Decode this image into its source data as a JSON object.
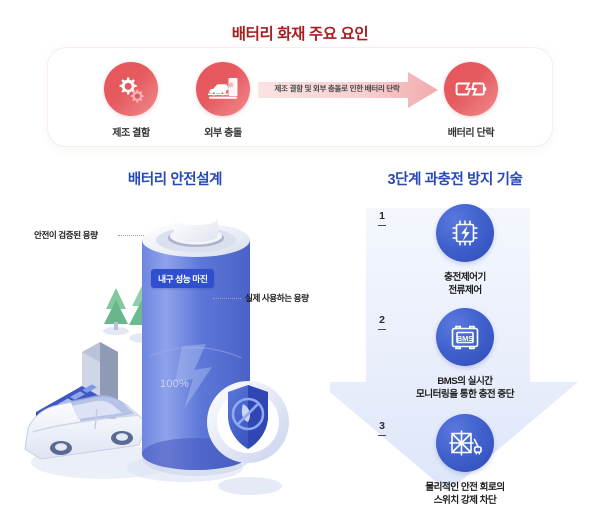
{
  "colors": {
    "title_red": "#a61f22",
    "icon_red": "#e4595e",
    "section_blue": "#2a49b8",
    "step_blue": "#4061cd",
    "arrow_bg_blue": "#e4eafb",
    "tag_blue": "#2f4fd0"
  },
  "top": {
    "title": "배터리 화재 주요 요인",
    "causes": [
      {
        "label": "제조 결함",
        "icon": "gears-icon"
      },
      {
        "label": "외부 충돌",
        "icon": "car-crash-icon"
      }
    ],
    "flow_text": "제조 결함 및 외부 충돌로 인한 배터리 단락",
    "flow_arrow_icon": "right-arrow-icon",
    "result": {
      "label": "배터리 단락",
      "icon": "broken-battery-icon"
    }
  },
  "left": {
    "title": "배터리 안전설계",
    "callout_verified": "안전이 검증된 용량",
    "callout_actual": "실제 사용하는 용량",
    "margin_tag": "내구 성능 마진",
    "battery_percent": "100%",
    "scene_icons": [
      "ev-car-icon",
      "charging-station-icon",
      "tree-icon",
      "battery-level-panel-icon",
      "shield-no-fire-icon",
      "battery-cell-icon"
    ]
  },
  "right": {
    "title": "3단계 과충전 방지 기술",
    "steps": [
      {
        "number": "1",
        "icon": "charge-controller-chip-icon",
        "line1": "충전제어기",
        "line2": "전류제어"
      },
      {
        "number": "2",
        "icon": "bms-battery-icon",
        "line1": "BMS의 실시간",
        "line2": "모니터링을 통한 충전 중단"
      },
      {
        "number": "3",
        "icon": "safety-switch-cutoff-icon",
        "line1": "물리적인 안전 회로의",
        "line2": "스위치 강제 차단"
      }
    ]
  }
}
